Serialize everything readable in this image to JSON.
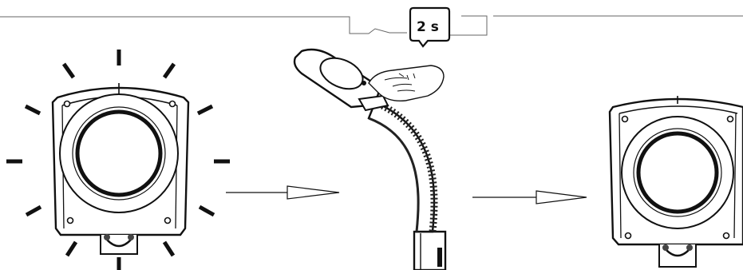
{
  "callout": {
    "duration_label": "2 s"
  },
  "steps": [
    {
      "name": "lamp-lit",
      "state": "on"
    },
    {
      "name": "press-switch",
      "state": "hold"
    },
    {
      "name": "lamp-off",
      "state": "off"
    }
  ],
  "colors": {
    "line": "#111111",
    "fill": "#ffffff"
  }
}
